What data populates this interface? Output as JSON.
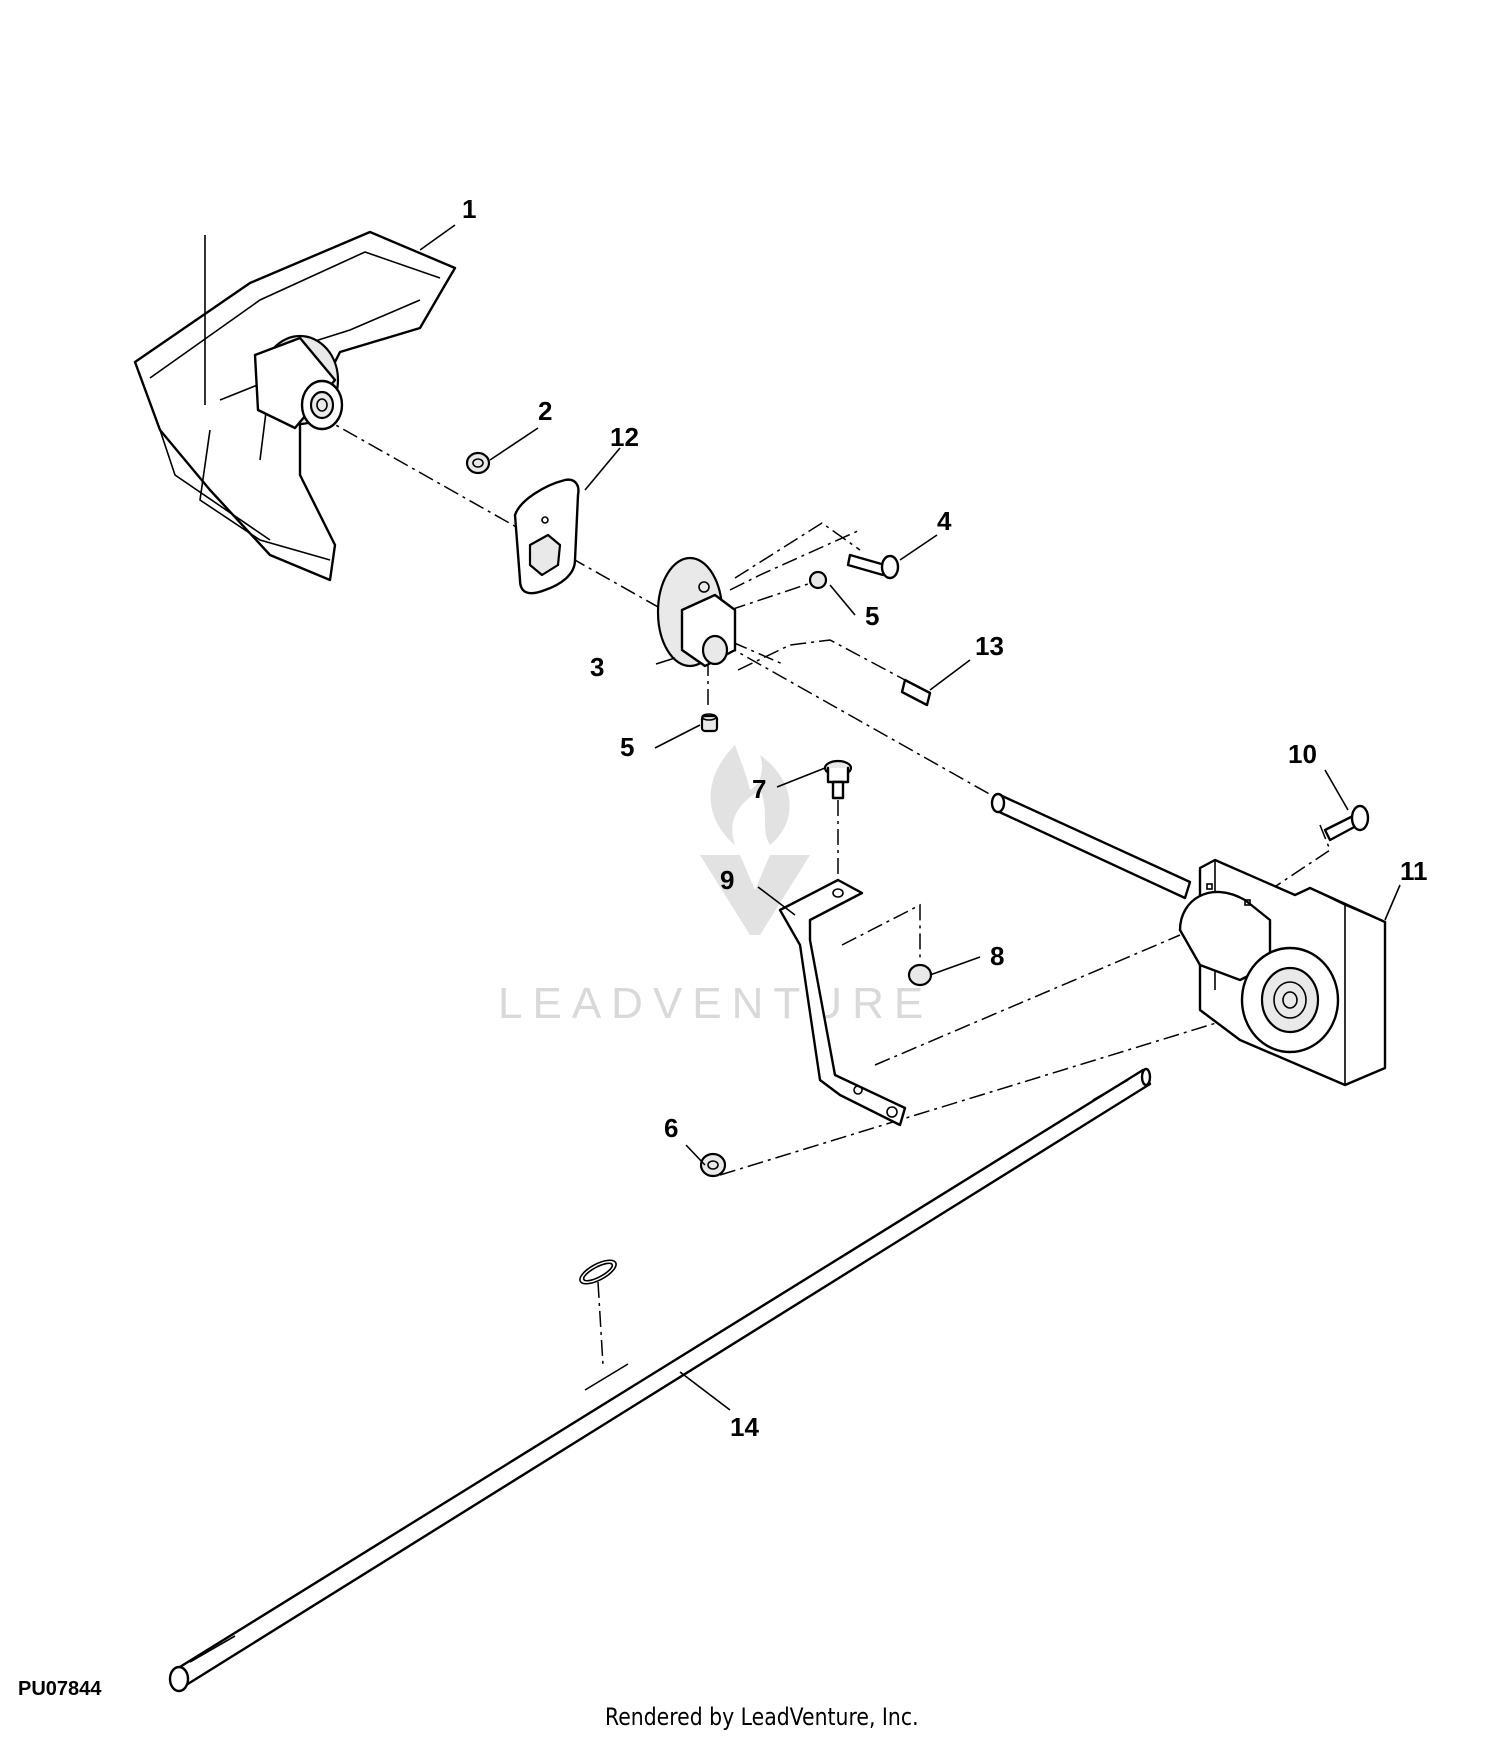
{
  "figure": {
    "id_label": "PU07844",
    "credit": "Rendered by LeadVenture, Inc.",
    "watermark": "LEADVENTURE"
  },
  "callouts": [
    "1",
    "2",
    "3",
    "4",
    "5",
    "5",
    "6",
    "7",
    "8",
    "9",
    "10",
    "11",
    "12",
    "13",
    "14"
  ],
  "parts": [
    {
      "num": "1",
      "icon": "auger-impeller"
    },
    {
      "num": "2",
      "icon": "lock-nut"
    },
    {
      "num": "3",
      "icon": "flanged-coupler"
    },
    {
      "num": "4",
      "icon": "cap-screw"
    },
    {
      "num": "5",
      "icon": "set-screw"
    },
    {
      "num": "6",
      "icon": "flange-nut"
    },
    {
      "num": "7",
      "icon": "flange-bolt"
    },
    {
      "num": "8",
      "icon": "lock-nut"
    },
    {
      "num": "9",
      "icon": "support-bracket"
    },
    {
      "num": "10",
      "icon": "carriage-bolt"
    },
    {
      "num": "11",
      "icon": "gear-case"
    },
    {
      "num": "12",
      "icon": "mounting-plate"
    },
    {
      "num": "13",
      "icon": "square-key"
    },
    {
      "num": "14",
      "icon": "drive-shaft"
    }
  ],
  "colors": {
    "line": "#000000",
    "background": "#ffffff",
    "watermark": "#d9d9d9"
  }
}
